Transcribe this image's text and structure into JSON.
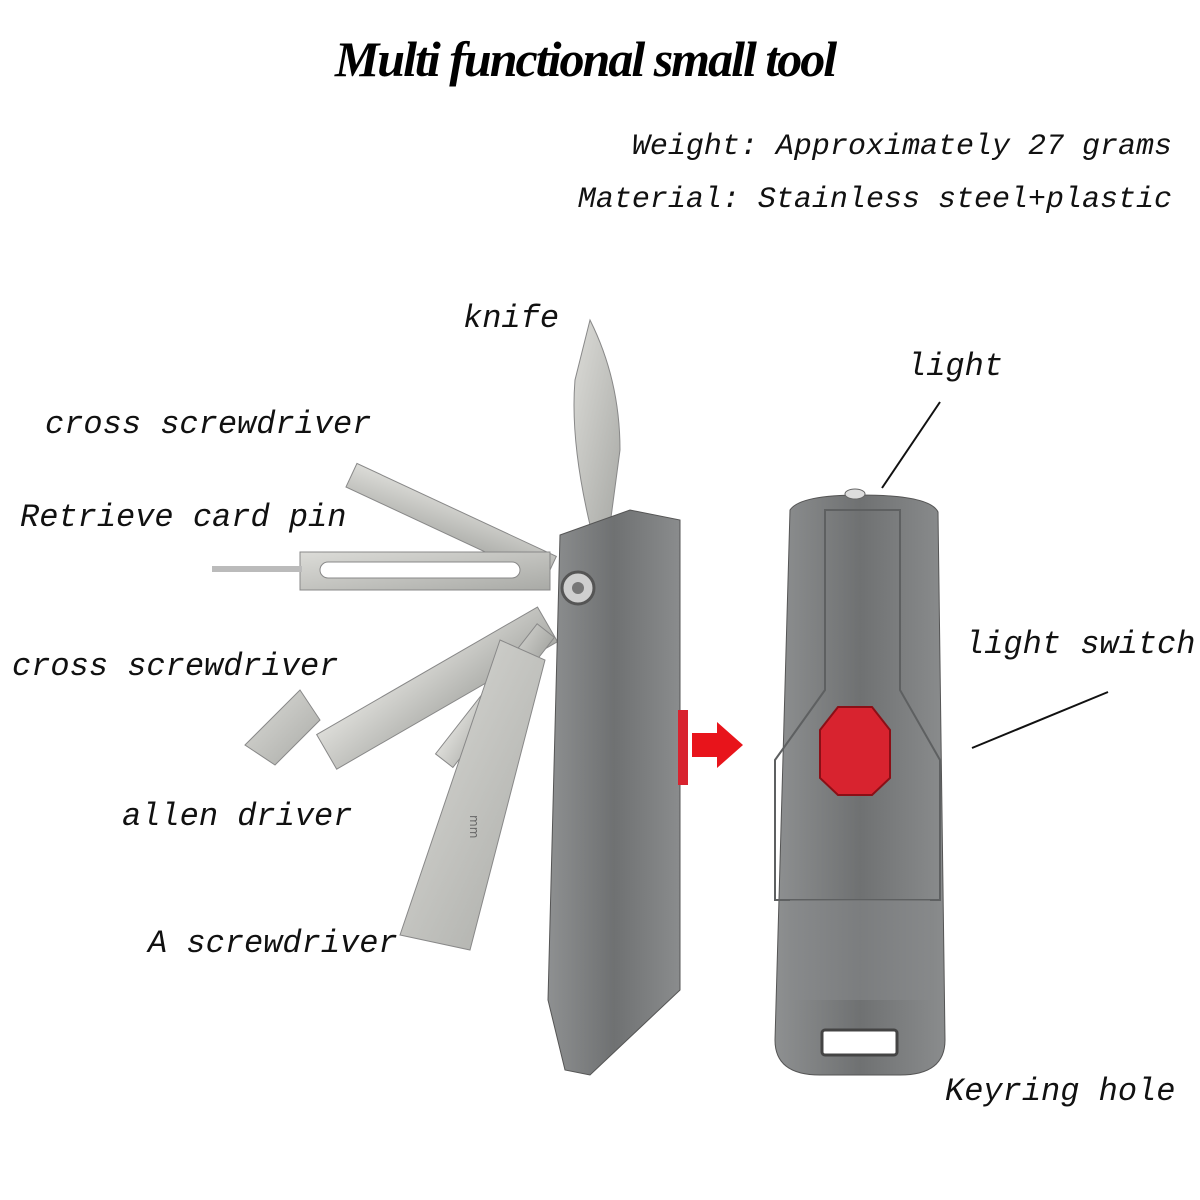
{
  "title": "Multi functional small tool",
  "specs": {
    "weight": "Weight: Approximately 27 grams",
    "material": "Material: Stainless steel+plastic"
  },
  "labels": {
    "knife": "knife",
    "cross_screwdriver_top": "cross screwdriver",
    "card_pin": "Retrieve card pin",
    "cross_screwdriver_mid": "cross screwdriver",
    "allen_driver": "allen driver",
    "a_screwdriver": "A screwdriver",
    "light": "light",
    "light_switch": "light switch",
    "keyring_hole": "Keyring hole"
  },
  "ruler_mark": "mm",
  "colors": {
    "body": "#7d7f80",
    "button": "#d8232f",
    "arrow": "#e8141b",
    "steel": "#c9c9c6"
  }
}
